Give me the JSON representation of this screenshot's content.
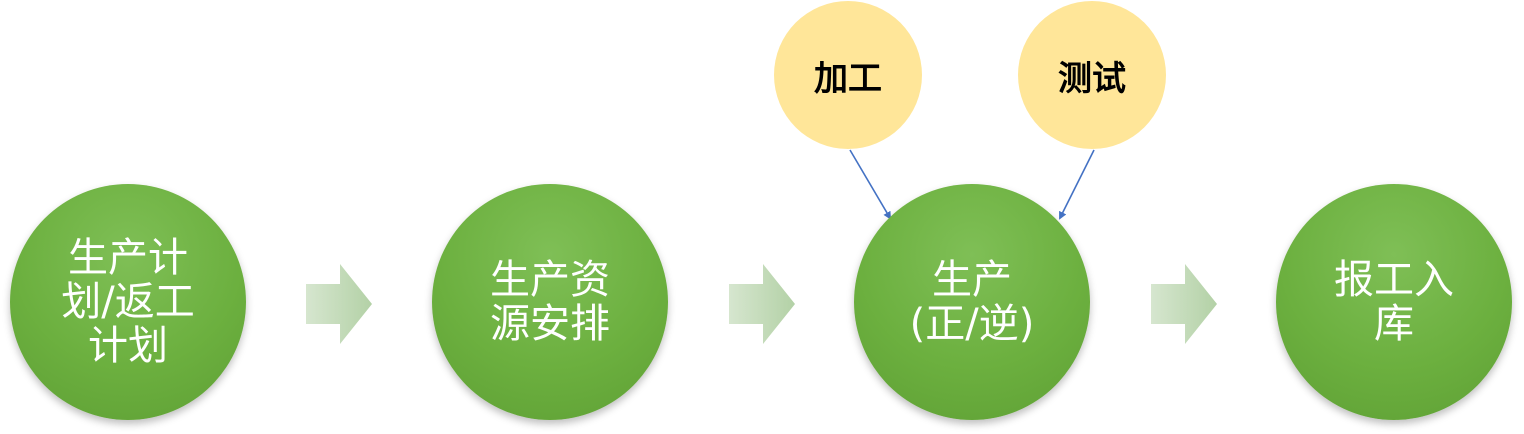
{
  "diagram": {
    "steps": [
      {
        "id": "step-1",
        "label": "生产计\n划/返工\n计划"
      },
      {
        "id": "step-2",
        "label": "生产资\n源安排"
      },
      {
        "id": "step-3",
        "label": "生产\n(正/逆)"
      },
      {
        "id": "step-4",
        "label": "报工入\n库"
      }
    ],
    "sub_steps": [
      {
        "id": "sub-1",
        "label": "加工"
      },
      {
        "id": "sub-2",
        "label": "测试"
      }
    ],
    "colors": {
      "step_fill": "#6cb03f",
      "sub_step_fill": "#ffe699",
      "arrow_fill": "#c5dcbd",
      "connector": "#4472c4"
    }
  }
}
